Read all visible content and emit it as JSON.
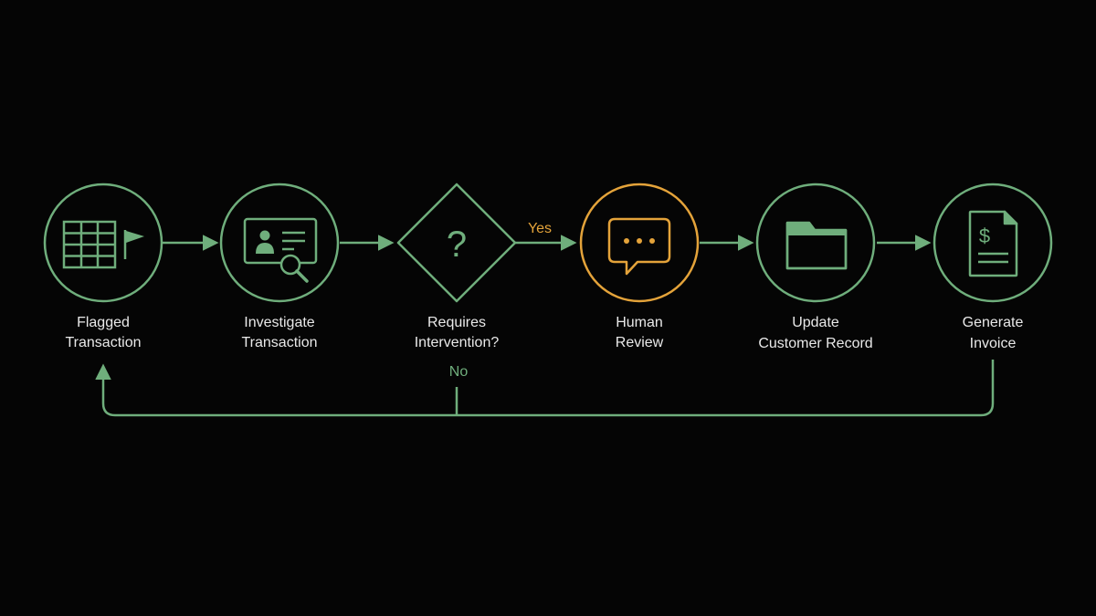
{
  "colors": {
    "background": "#050505",
    "accent": "#6fae7c",
    "highlight": "#e4a33a",
    "label": "#e9e9e9"
  },
  "nodes": [
    {
      "id": "flagged",
      "shape": "circle",
      "icon": "table-flag-icon",
      "label_line1": "Flagged",
      "label_line2": "Transaction",
      "highlight": false
    },
    {
      "id": "investigate",
      "shape": "circle",
      "icon": "id-card-search-icon",
      "label_line1": "Investigate",
      "label_line2": "Transaction",
      "highlight": false
    },
    {
      "id": "decision",
      "shape": "diamond",
      "icon": "question-mark-icon",
      "icon_text": "?",
      "label_line1": "Requires",
      "label_line2": "Intervention?",
      "highlight": false
    },
    {
      "id": "review",
      "shape": "circle",
      "icon": "chat-bubble-icon",
      "label_line1": "Human",
      "label_line2": "Review",
      "highlight": true
    },
    {
      "id": "update",
      "shape": "circle",
      "icon": "folder-icon",
      "label_line1": "Update",
      "label_line2": "Customer Record",
      "highlight": false
    },
    {
      "id": "invoice",
      "shape": "circle",
      "icon": "invoice-dollar-icon",
      "icon_text": "$",
      "label_line1": "Generate",
      "label_line2": "Invoice",
      "highlight": false
    }
  ],
  "edges": {
    "yes_label": "Yes",
    "no_label": "No"
  }
}
